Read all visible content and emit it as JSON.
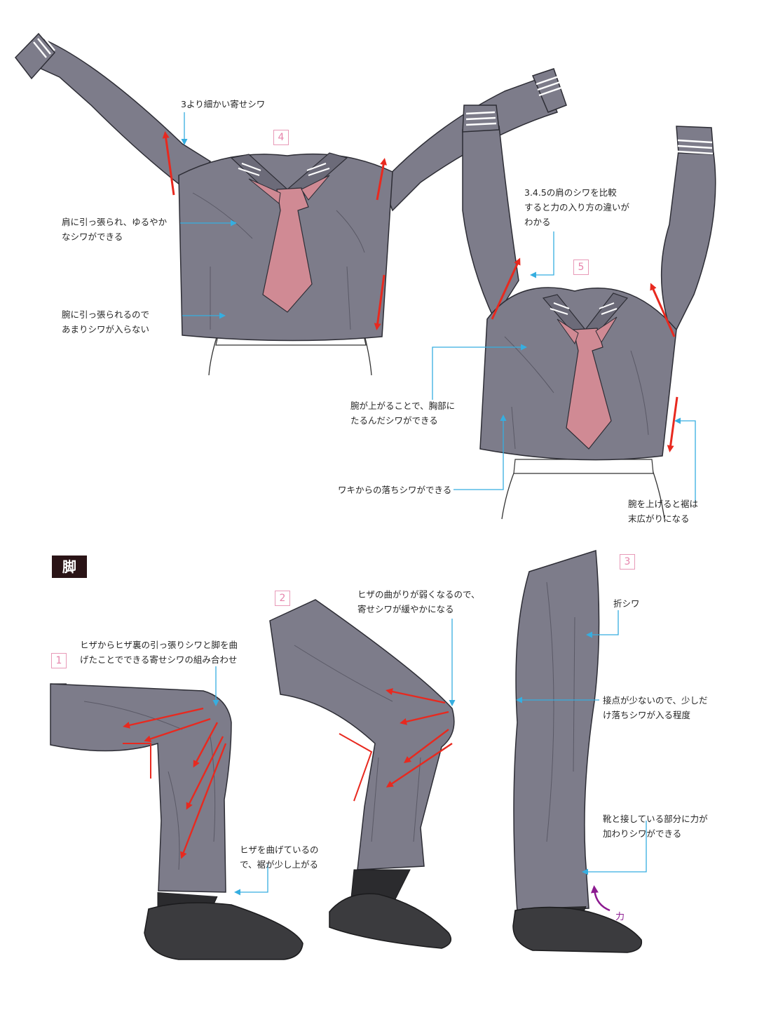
{
  "section": {
    "title": "脚"
  },
  "panels": {
    "p1": "1",
    "p2": "2",
    "p3": "3",
    "p4": "4",
    "p5": "5"
  },
  "annotations": {
    "a_finer": "3より細かい寄せシワ",
    "a_shoulder": "肩に引っ張られ、ゆるやか\nなシワができる",
    "a_arm": "腕に引っ張られるので\nあまりシワが入らない",
    "a_compare": "3.4.5の肩のシワを比較\nすると力の入り方の違いが\nわかる",
    "a_chest": "腕が上がることで、胸部に\nたるんだシワができる",
    "a_armpit": "ワキからの落ちシワができる",
    "a_hem": "腕を上げると裾は\n末広がりになる",
    "a_knee1": "ヒザからヒザ裏の引っ張りシワと脚を曲\nげたことでできる寄せシワの組み合わせ",
    "a_hemup": "ヒザを曲げているの\nで、裾が少し上がる",
    "a_knee2": "ヒザの曲がりが弱くなるので、\n寄せシワが緩やかになる",
    "a_fold": "折シワ",
    "a_contact": "接点が少ないので、少しだ\nけ落ちシワが入る程度",
    "a_shoe": "靴と接している部分に力が\n加わりシワができる",
    "force": "力"
  },
  "colors": {
    "uniform": "#7d7c8a",
    "uniform_dark": "#5f5e6c",
    "scarf": "#d08a94",
    "shoe": "#3b3b3e",
    "arrow_red": "#e8291f",
    "leader_cyan": "#36aee0",
    "tag_pink": "#e684ab",
    "force_purple": "#8c1a90"
  }
}
